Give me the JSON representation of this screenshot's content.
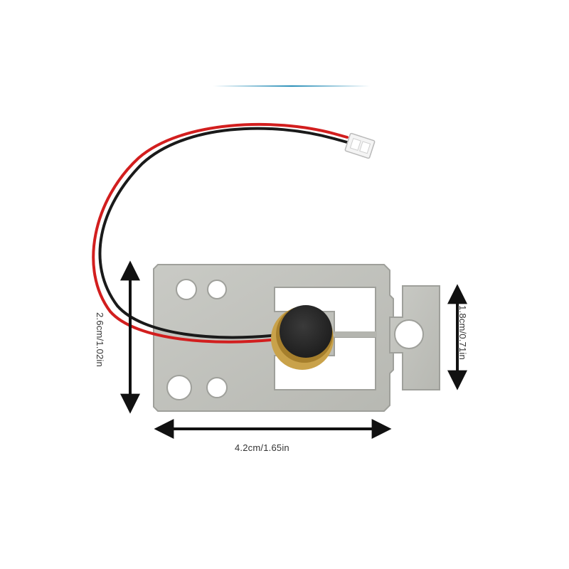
{
  "dimensions": {
    "width_label": "4.2cm/1.65in",
    "height_label": "2.6cm/1.02in",
    "mount_height_label": "1.8cm/0.71in"
  },
  "colors": {
    "plate": "#c2c3be",
    "plate_edge": "#9fa09b",
    "wire_red": "#d21e1e",
    "wire_black": "#1a1a1a",
    "motor_body": "#2b2b2b",
    "motor_ring": "#c9a24a",
    "connector": "#f2f2f2",
    "accent_line": "#2a8fb8",
    "arrow": "#111111"
  },
  "icons": {
    "product": "vibration-motor-plate",
    "connector": "jst-connector",
    "arrows": "dimension-arrow"
  }
}
